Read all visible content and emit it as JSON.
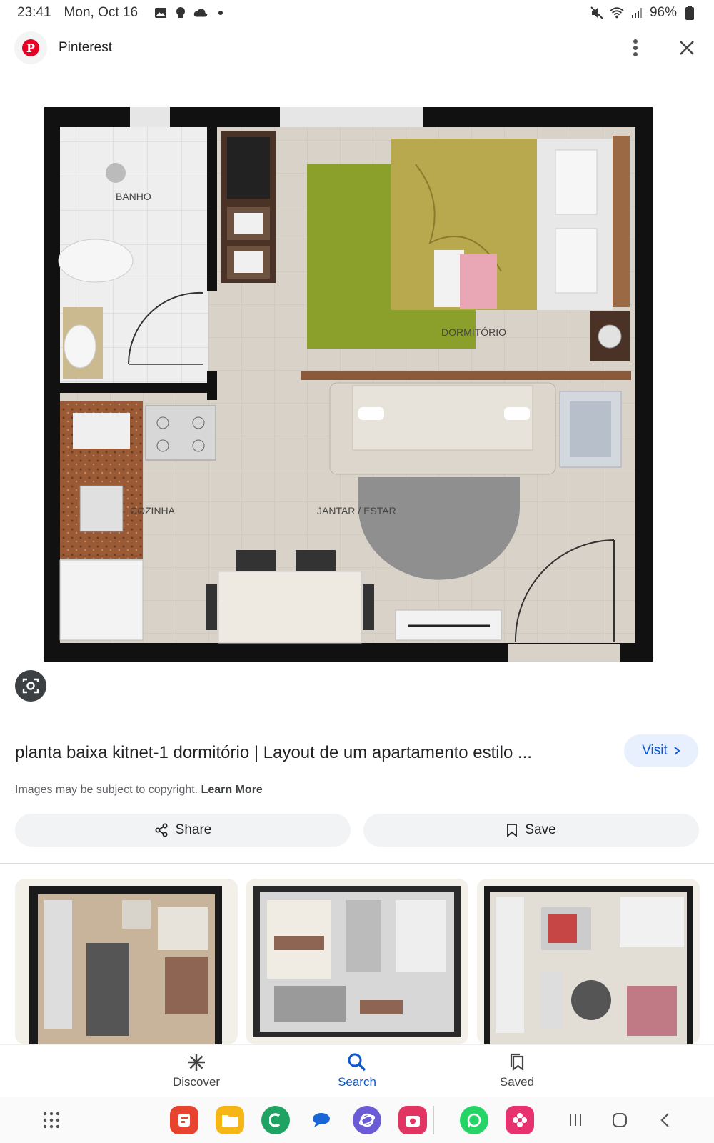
{
  "status_bar": {
    "time": "23:41",
    "date": "Mon, Oct 16",
    "battery": "96%",
    "icons": [
      "image-icon",
      "bulb-icon",
      "cloud-icon",
      "dot-icon",
      "mute-icon",
      "wifi-icon",
      "signal-icon",
      "battery-icon"
    ]
  },
  "header": {
    "source": "Pinterest",
    "menu_icon": "more-vert-icon",
    "close_icon": "close-icon"
  },
  "floorplan": {
    "labels": {
      "bath": "BANHO",
      "bedroom": "DORMITÓRIO",
      "kitchen": "COZINHA",
      "living": "JANTAR / ESTAR"
    }
  },
  "result": {
    "title": "planta baixa kitnet-1 dormitório | Layout de um apartamento estilo ...",
    "visit_label": "Visit",
    "copyright_text": "Images may be subject to copyright.",
    "learn_more": "Learn More",
    "share_label": "Share",
    "save_label": "Save"
  },
  "nav": {
    "discover": "Discover",
    "search": "Search",
    "saved": "Saved"
  },
  "colors": {
    "accent": "#0b57d0",
    "pinterest_red": "#e60023",
    "visit_bg": "#e8f0fe"
  }
}
